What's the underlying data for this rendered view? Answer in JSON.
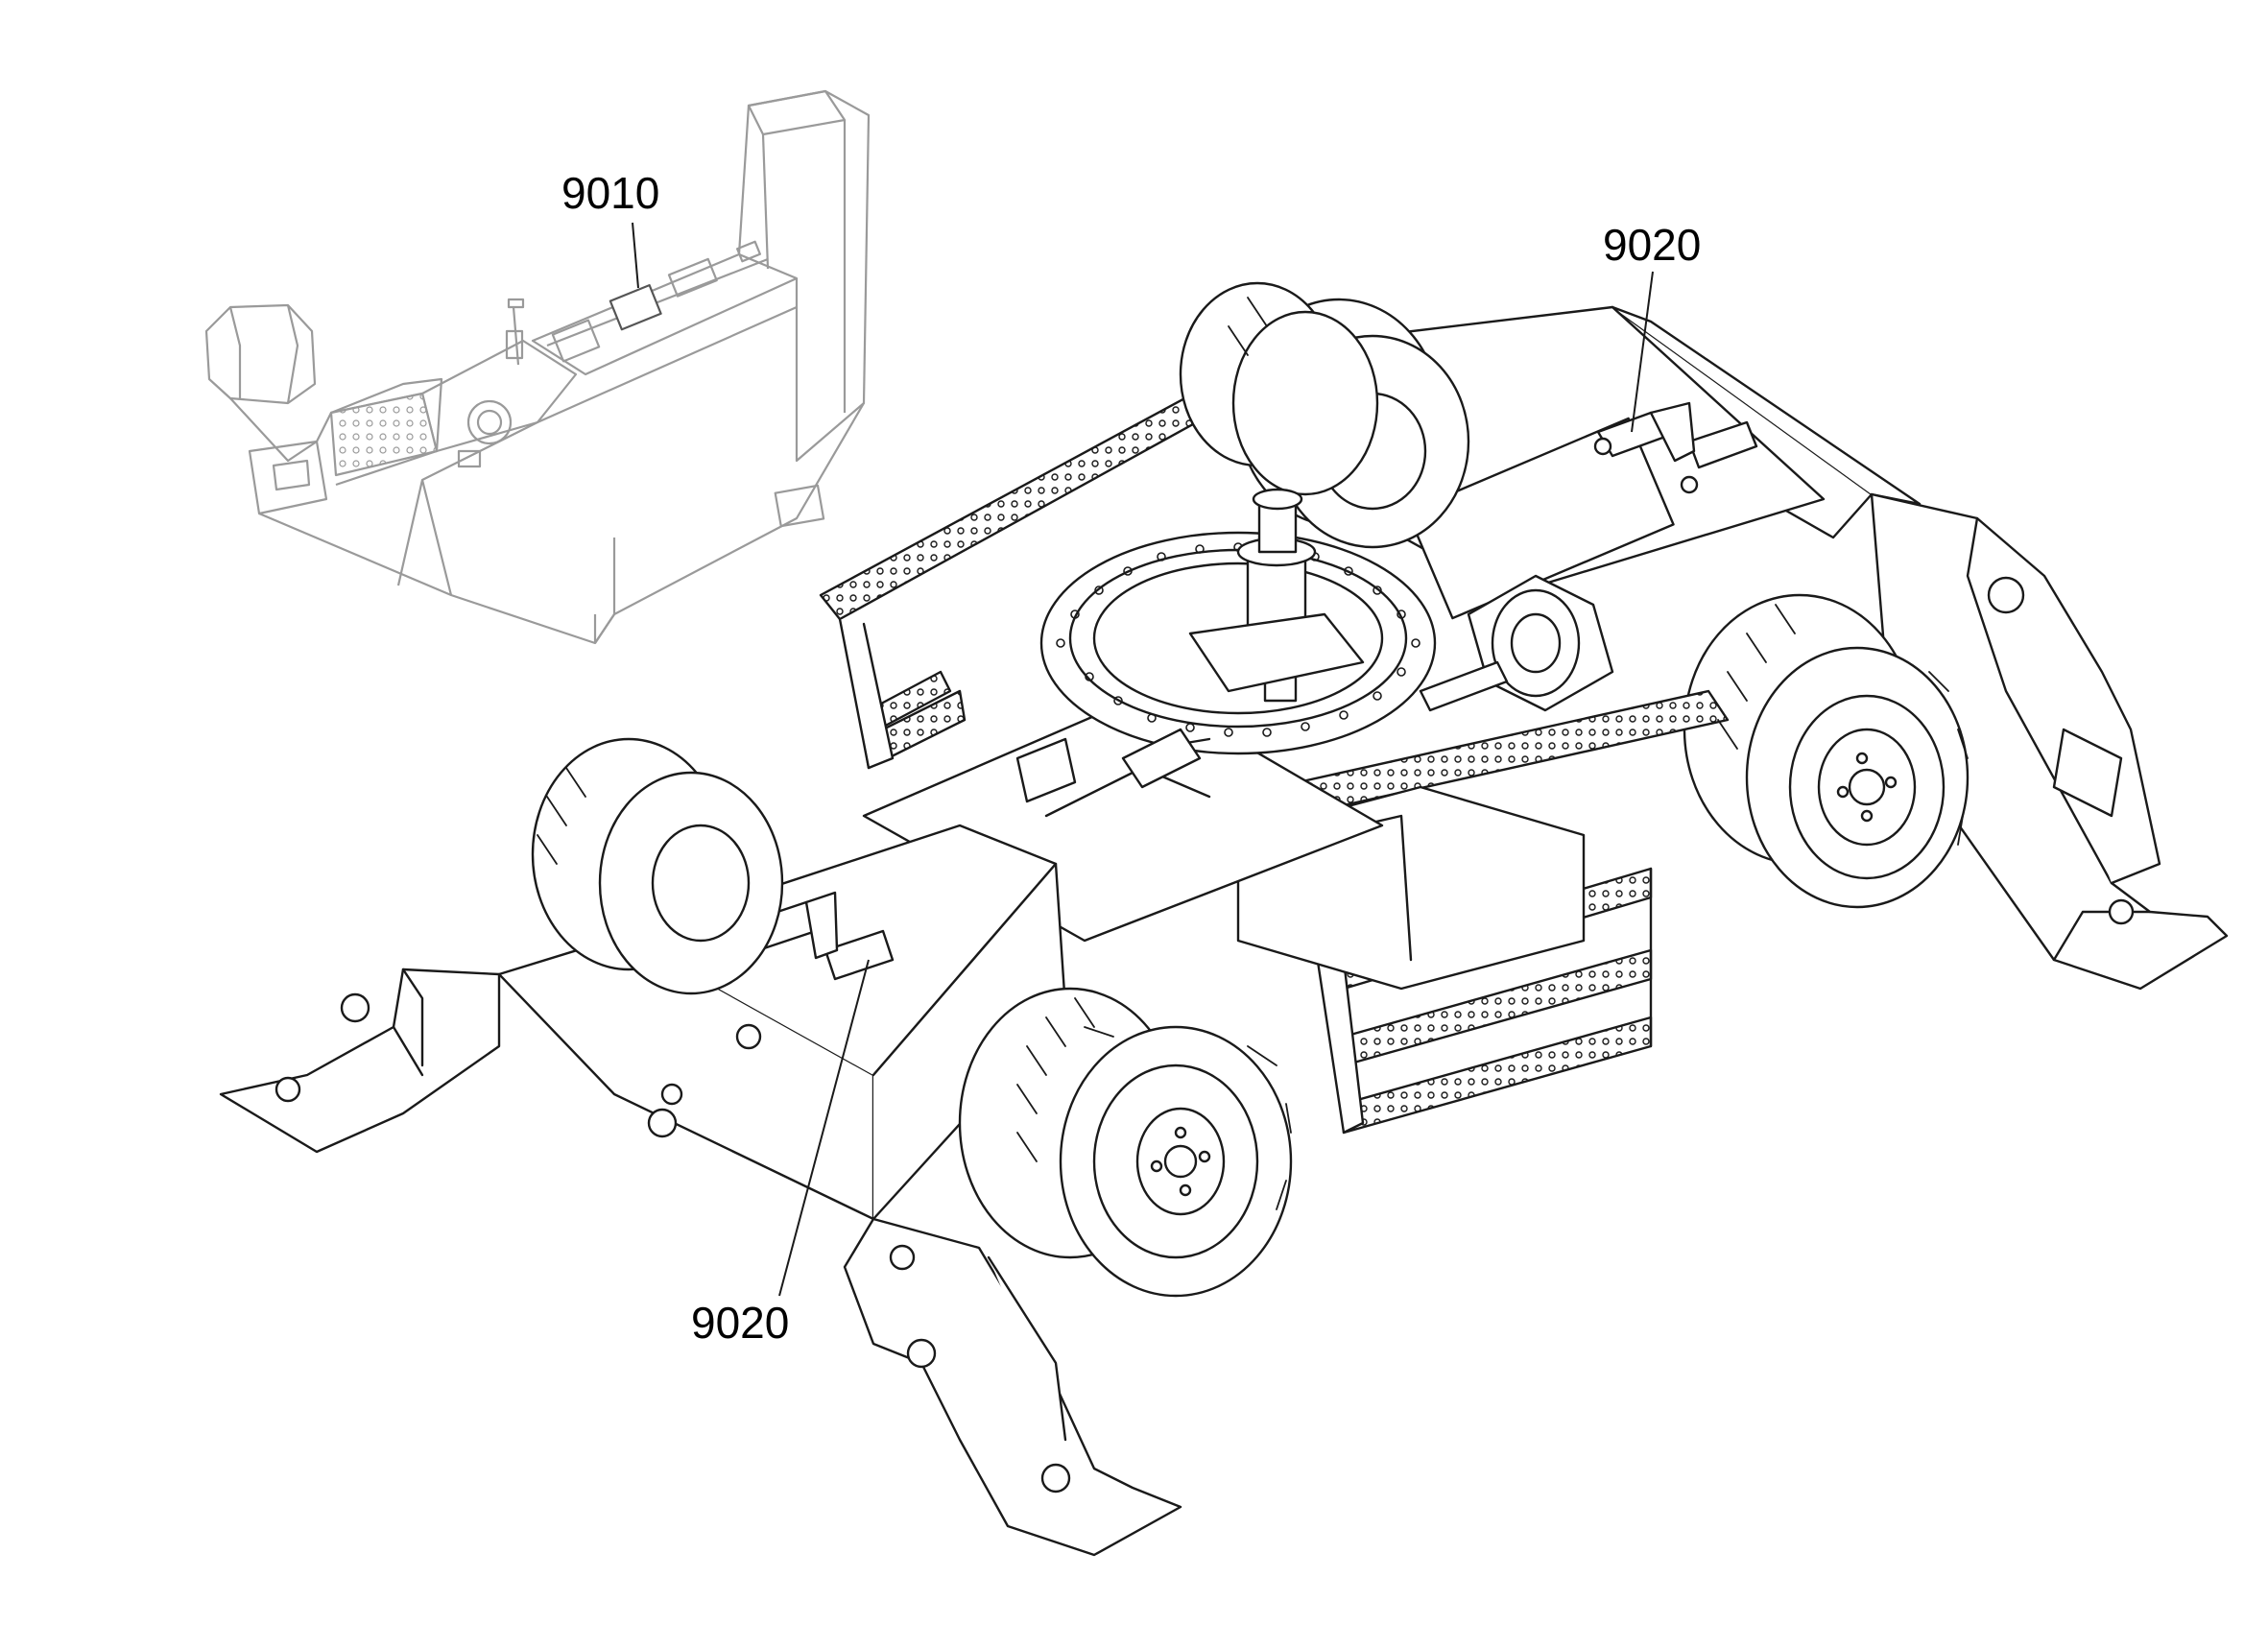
{
  "callouts": [
    {
      "id": "9010",
      "label": "9010"
    },
    {
      "id": "9020-rear",
      "label": "9020"
    },
    {
      "id": "9020-front",
      "label": "9020"
    }
  ],
  "colors": {
    "line": "#1a1a1a",
    "inset_line": "#9a9a9a",
    "background": "#ffffff"
  },
  "icons": {
    "inset": "operator-console-icon",
    "main": "wheeled-undercarriage-chassis-icon"
  }
}
